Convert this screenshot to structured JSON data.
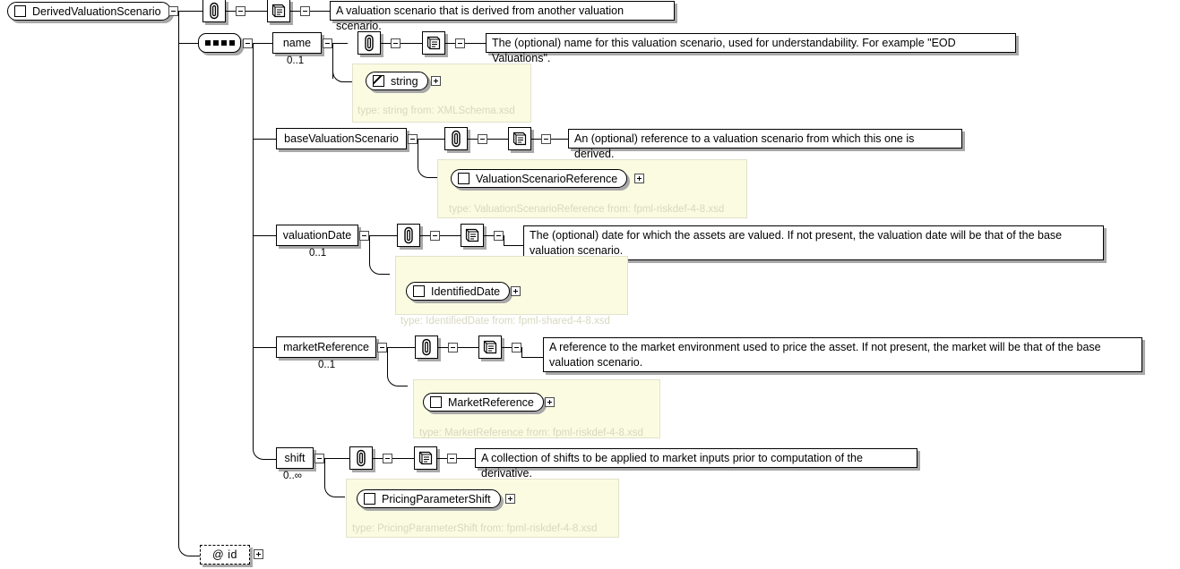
{
  "diagram": {
    "title": "DerivedValuationScenario",
    "root": {
      "label": "DerivedValuationScenario",
      "icon": "element-box-icon",
      "documentation": "A valuation scenario that is derived from another valuation scenario.",
      "annotation_icon": "paperclip-icon",
      "documentation_icon": "scroll-icon"
    },
    "compositor": {
      "kind": "sequence",
      "icon": "sequence-icon",
      "dots": 4
    },
    "elements": [
      {
        "name": "name",
        "cardinality": "0..1",
        "annotation_icon": "paperclip-icon",
        "documentation_icon": "scroll-icon",
        "documentation": "The (optional) name for this valuation scenario, used for understandability. For example \"EOD Valuations\".",
        "type": {
          "label": "string",
          "icon": "simpletype-icon",
          "caption": "type: string from: XMLSchema.xsd",
          "expand": "plus-toggle"
        }
      },
      {
        "name": "baseValuationScenario",
        "cardinality": "",
        "annotation_icon": "paperclip-icon",
        "documentation_icon": "scroll-icon",
        "documentation": "An (optional) reference to a valuation scenario from which this one is derived.",
        "type": {
          "label": "ValuationScenarioReference",
          "icon": "complextype-icon",
          "caption": "type: ValuationScenarioReference from: fpml-riskdef-4-8.xsd",
          "expand": "plus-toggle"
        }
      },
      {
        "name": "valuationDate",
        "cardinality": "0..1",
        "annotation_icon": "paperclip-icon",
        "documentation_icon": "scroll-icon",
        "documentation": "The (optional) date for which the assets are valued. If not present, the valuation date will be that of the base valuation scenario.",
        "type": {
          "label": "IdentifiedDate",
          "icon": "complextype-icon",
          "caption": "type: IdentifiedDate from: fpml-shared-4-8.xsd",
          "expand": "plus-toggle"
        }
      },
      {
        "name": "marketReference",
        "cardinality": "0..1",
        "annotation_icon": "paperclip-icon",
        "documentation_icon": "scroll-icon",
        "documentation": "A reference to the market environment used to price the asset. If not present, the market will be that of the base valuation scenario.",
        "type": {
          "label": "MarketReference",
          "icon": "complextype-icon",
          "caption": "type: MarketReference from: fpml-riskdef-4-8.xsd",
          "expand": "plus-toggle"
        }
      },
      {
        "name": "shift",
        "cardinality": "0..∞",
        "annotation_icon": "paperclip-icon",
        "documentation_icon": "scroll-icon",
        "documentation": "A collection of shifts to be applied to market inputs prior to computation of the derivative.",
        "type": {
          "label": "PricingParameterShift",
          "icon": "complextype-icon",
          "caption": "type: PricingParameterShift from: fpml-riskdef-4-8.xsd",
          "expand": "plus-toggle"
        }
      }
    ],
    "attributes": [
      {
        "label": "@ id",
        "icon": "attribute-icon",
        "expand": "plus-toggle"
      }
    ],
    "colors": {
      "type_panel_bg": "#fbfbe2",
      "type_panel_border": "#e2e2cc",
      "type_caption_text": "#d8d8c0",
      "line": "#000000",
      "shadow": "#a8a8a8",
      "box_bg": "#ffffff"
    }
  }
}
